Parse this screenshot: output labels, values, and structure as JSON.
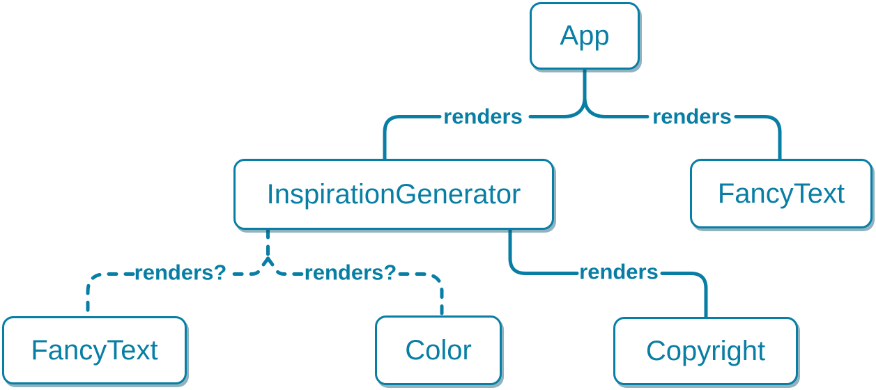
{
  "accent_color": "#087ea4",
  "nodes": [
    {
      "id": "app",
      "label": "App"
    },
    {
      "id": "inspiration-generator",
      "label": "InspirationGenerator"
    },
    {
      "id": "fancy-text-top",
      "label": "FancyText"
    },
    {
      "id": "fancy-text-bottom",
      "label": "FancyText"
    },
    {
      "id": "color",
      "label": "Color"
    },
    {
      "id": "copyright",
      "label": "Copyright"
    }
  ],
  "edges": [
    {
      "from": "App",
      "to": "InspirationGenerator",
      "label": "renders",
      "style": "solid"
    },
    {
      "from": "App",
      "to": "FancyText",
      "label": "renders",
      "style": "solid"
    },
    {
      "from": "InspirationGenerator",
      "to": "FancyText",
      "label": "renders?",
      "style": "dashed"
    },
    {
      "from": "InspirationGenerator",
      "to": "Color",
      "label": "renders?",
      "style": "dashed"
    },
    {
      "from": "InspirationGenerator",
      "to": "Copyright",
      "label": "renders",
      "style": "solid"
    }
  ]
}
